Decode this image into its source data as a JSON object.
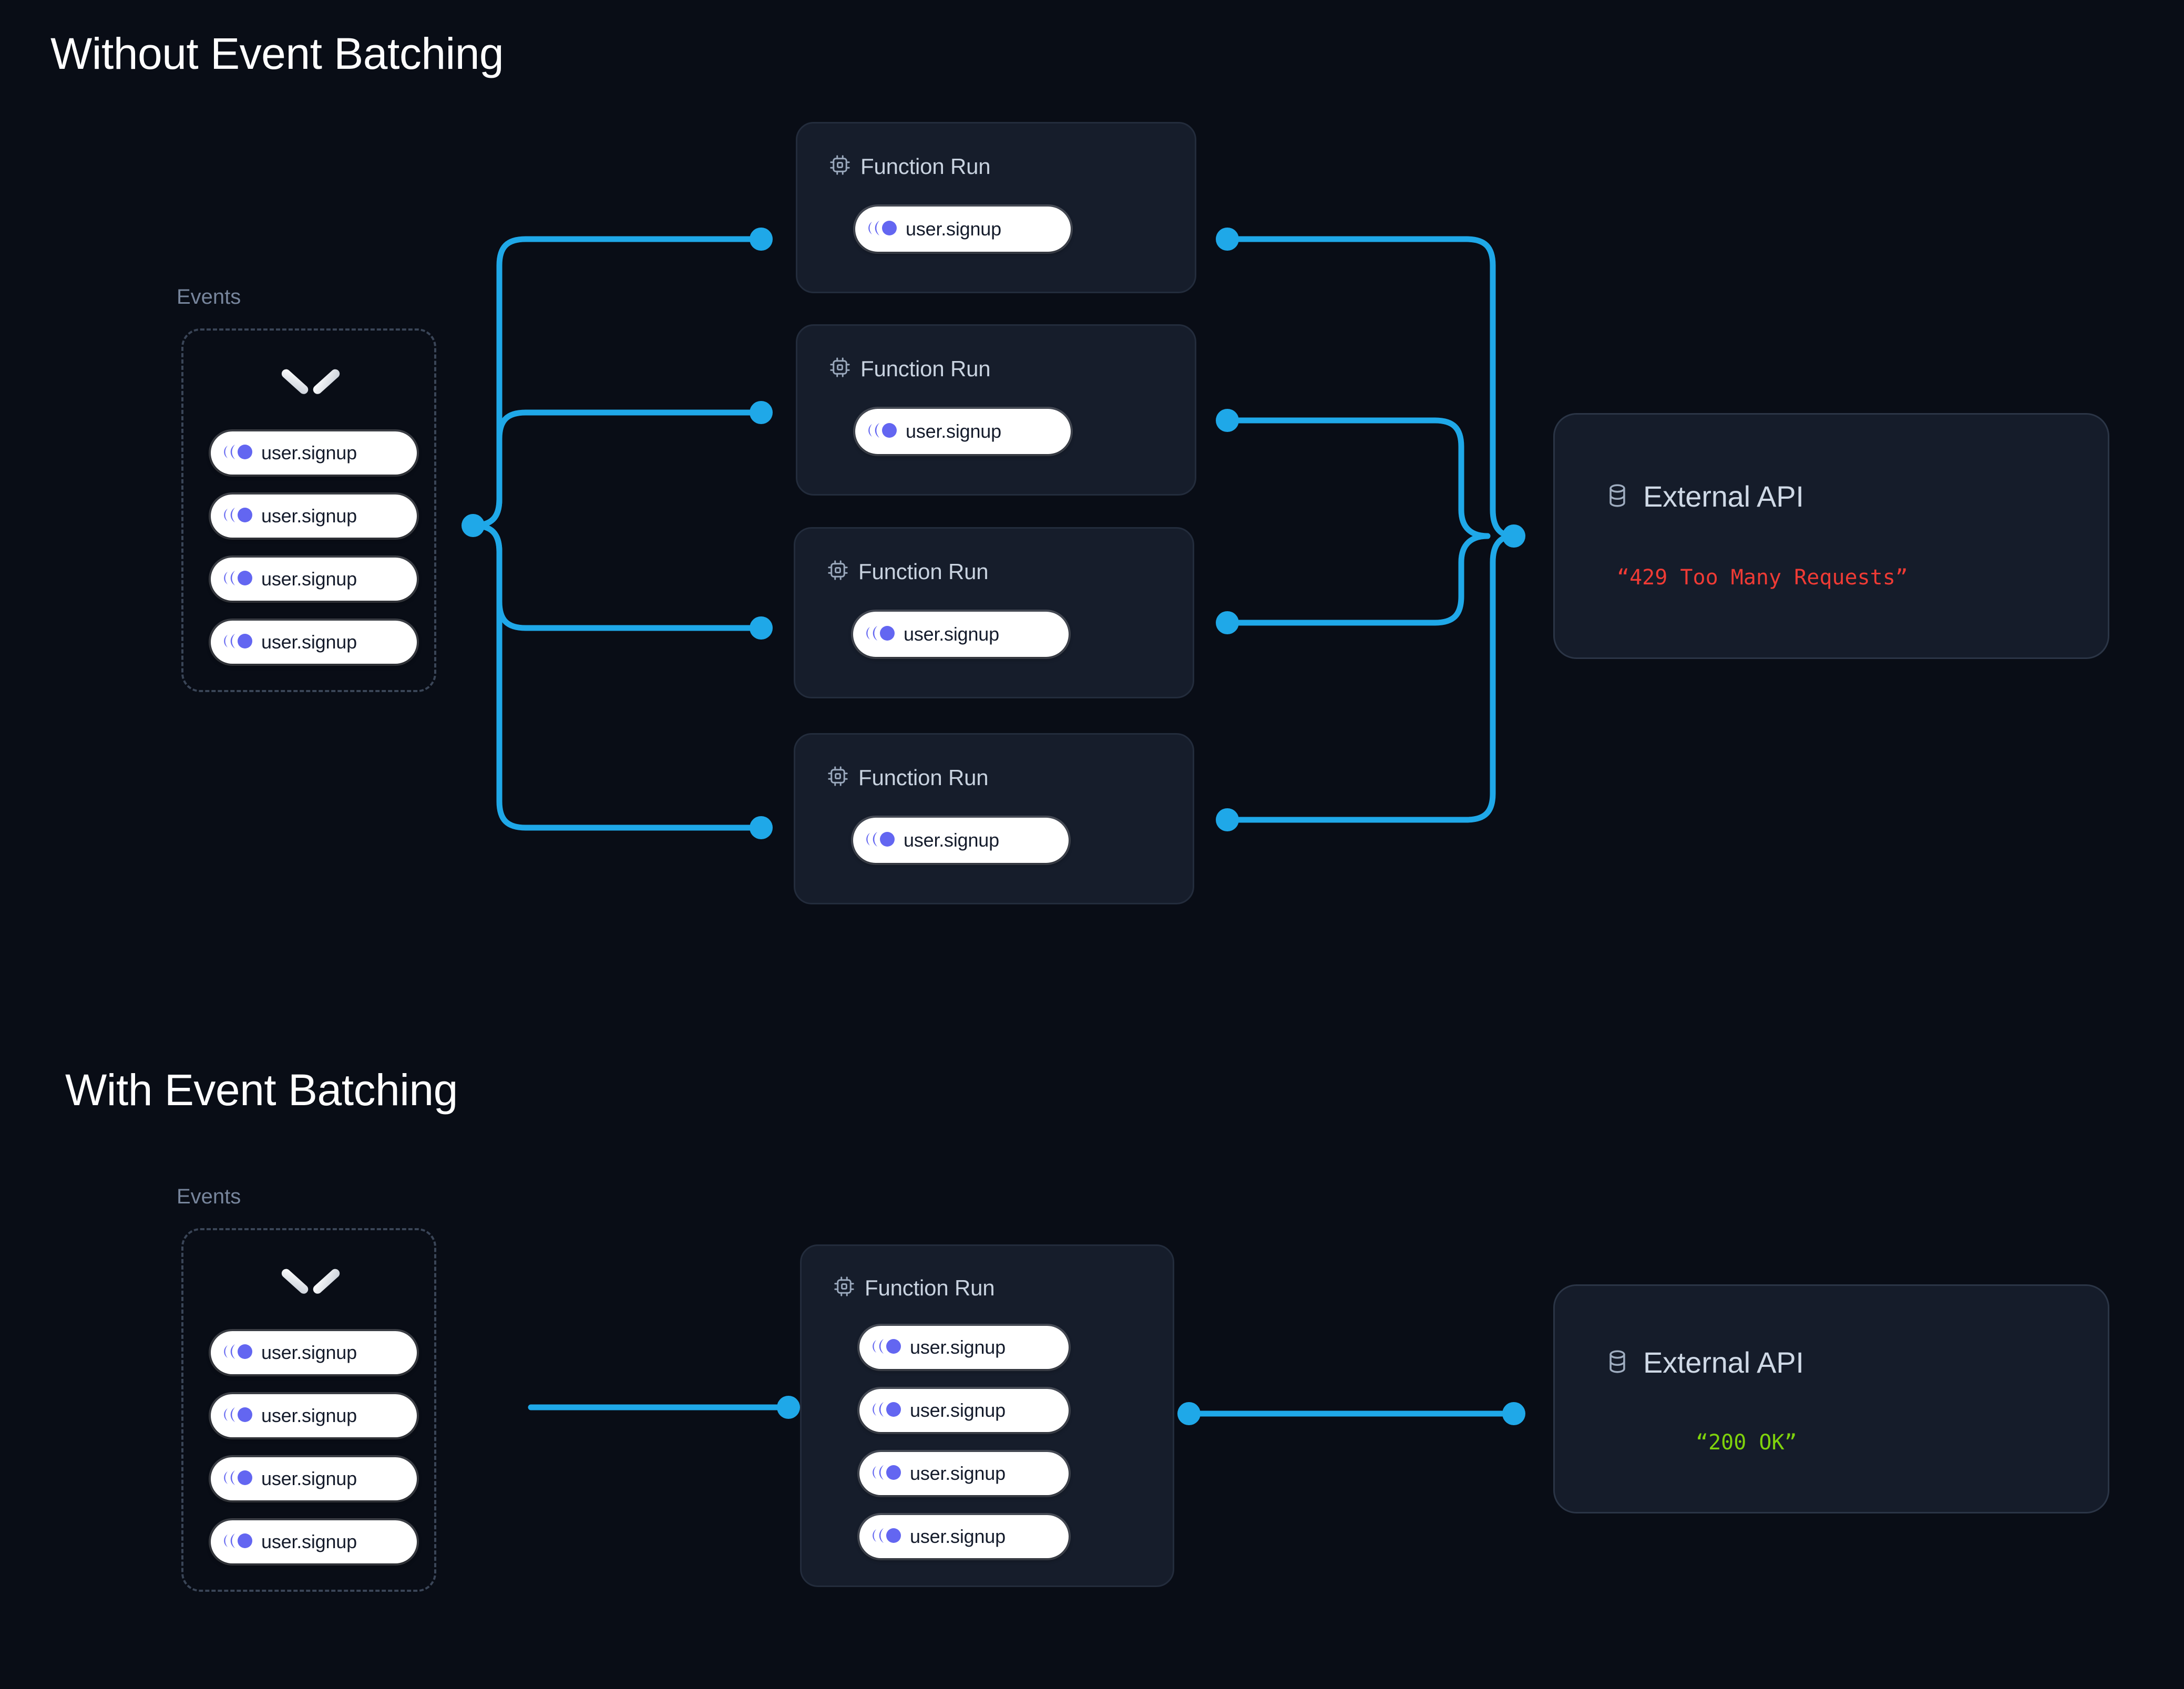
{
  "theme": {
    "background": "#090d16",
    "card_bg": "#161d2b",
    "card_border": "#232c3c",
    "wire": "#1fa8e8",
    "event_accent": "#6366f1",
    "pill_bg": "#ffffff",
    "pill_text": "#141b2b",
    "title_text": "#ffffff",
    "muted_text": "#77859c",
    "error_text": "#ef3b35",
    "success_text": "#7fd20c",
    "dashed_border": "#3a4557"
  },
  "sections": [
    {
      "id": "without-batching",
      "title": "Without Event Batching",
      "events_panel": {
        "caption": "Events",
        "chevron_icon": "chevron-down-icon",
        "events": [
          {
            "icon": "event-icon",
            "label": "user.signup"
          },
          {
            "icon": "event-icon",
            "label": "user.signup"
          },
          {
            "icon": "event-icon",
            "label": "user.signup"
          },
          {
            "icon": "event-icon",
            "label": "user.signup"
          }
        ]
      },
      "function_runs": [
        {
          "icon": "cpu-chip-icon",
          "title": "Function Run",
          "events": [
            {
              "icon": "event-icon",
              "label": "user.signup"
            }
          ]
        },
        {
          "icon": "cpu-chip-icon",
          "title": "Function Run",
          "events": [
            {
              "icon": "event-icon",
              "label": "user.signup"
            }
          ]
        },
        {
          "icon": "cpu-chip-icon",
          "title": "Function Run",
          "events": [
            {
              "icon": "event-icon",
              "label": "user.signup"
            }
          ]
        },
        {
          "icon": "cpu-chip-icon",
          "title": "Function Run",
          "events": [
            {
              "icon": "event-icon",
              "label": "user.signup"
            }
          ]
        }
      ],
      "external_api": {
        "icon": "database-icon",
        "title": "External API",
        "status": "“429 Too Many Requests”",
        "status_kind": "error"
      }
    },
    {
      "id": "with-batching",
      "title": "With Event Batching",
      "events_panel": {
        "caption": "Events",
        "chevron_icon": "chevron-down-icon",
        "events": [
          {
            "icon": "event-icon",
            "label": "user.signup"
          },
          {
            "icon": "event-icon",
            "label": "user.signup"
          },
          {
            "icon": "event-icon",
            "label": "user.signup"
          },
          {
            "icon": "event-icon",
            "label": "user.signup"
          }
        ]
      },
      "function_runs": [
        {
          "icon": "cpu-chip-icon",
          "title": "Function Run",
          "events": [
            {
              "icon": "event-icon",
              "label": "user.signup"
            },
            {
              "icon": "event-icon",
              "label": "user.signup"
            },
            {
              "icon": "event-icon",
              "label": "user.signup"
            },
            {
              "icon": "event-icon",
              "label": "user.signup"
            }
          ]
        }
      ],
      "external_api": {
        "icon": "database-icon",
        "title": "External API",
        "status": "“200 OK”",
        "status_kind": "success"
      }
    }
  ]
}
